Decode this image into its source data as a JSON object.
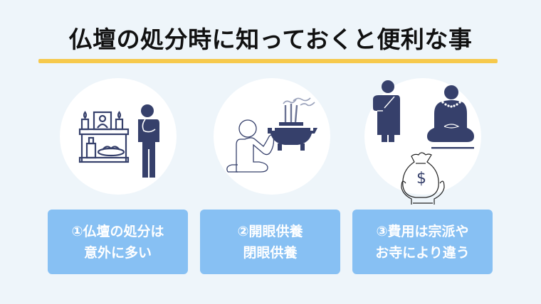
{
  "header": {
    "title": "仏壇の処分時に知っておくと便利な事",
    "underline_color": "#f6c94c"
  },
  "colors": {
    "background": "#eef5fa",
    "circle": "#ffffff",
    "icon_navy": "#36406b",
    "card": "#87c0f3",
    "card_text": "#ffffff"
  },
  "items": [
    {
      "icon": "altar-and-thinking-person-icon",
      "line1": "①仏壇の処分は",
      "line2": "意外に多い"
    },
    {
      "icon": "praying-person-incense-burner-icon",
      "line1": "②開眼供養",
      "line2": "閉眼供養"
    },
    {
      "icon": "monk-buddha-money-bag-icon",
      "line1": "③費用は宗派や",
      "line2": "お寺により違う"
    }
  ]
}
